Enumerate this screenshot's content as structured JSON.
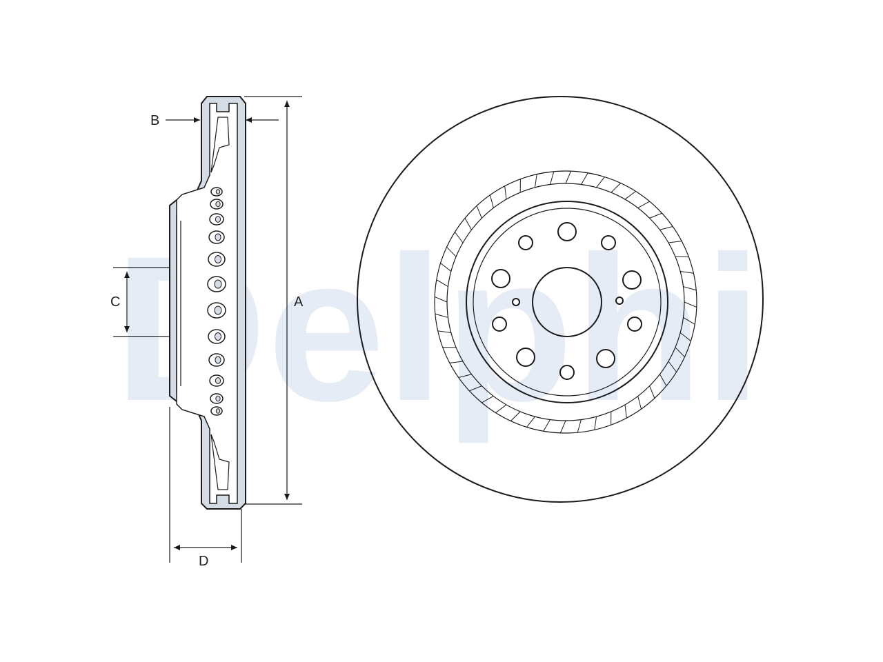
{
  "watermark": {
    "text": "Delphi"
  },
  "dimension_labels": {
    "a": "A",
    "b": "B",
    "c": "C",
    "d": "D"
  },
  "colors": {
    "line": "#1a1a1a",
    "section_fill": "#d6dce5",
    "watermark": "#e6ecf6",
    "background": "#ffffff"
  }
}
